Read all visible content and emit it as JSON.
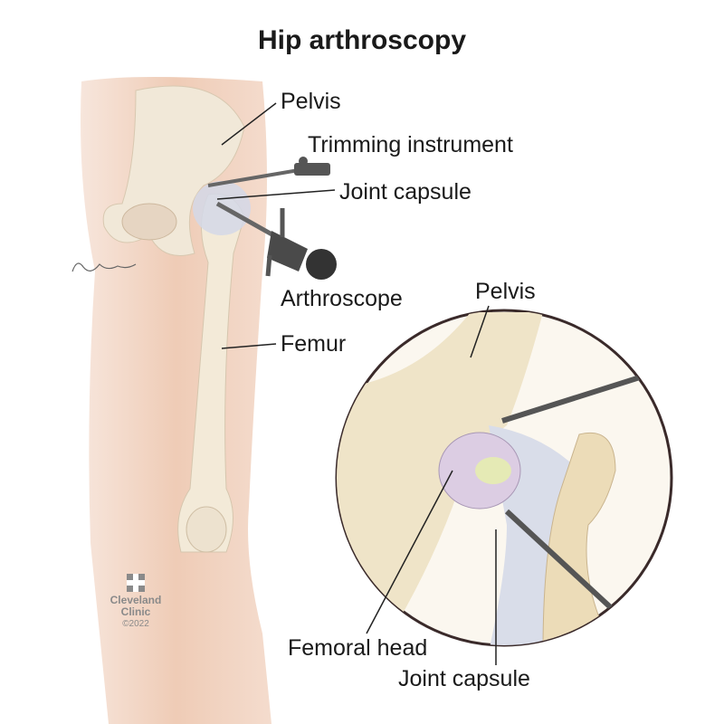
{
  "title": "Hip arthroscopy",
  "labels": {
    "pelvis": "Pelvis",
    "trimming_instrument": "Trimming instrument",
    "joint_capsule": "Joint capsule",
    "arthroscope": "Arthroscope",
    "femur": "Femur",
    "inset_pelvis": "Pelvis",
    "femoral_head": "Femoral head",
    "inset_joint_capsule": "Joint capsule"
  },
  "logo": {
    "line1": "Cleveland",
    "line2": "Clinic",
    "copyright": "©2022"
  },
  "signature": "Jkamasz",
  "colors": {
    "skin": "#eecbb6",
    "bone": "#efe6d0",
    "capsule": "#d9dce8",
    "instrument": "#555555"
  }
}
